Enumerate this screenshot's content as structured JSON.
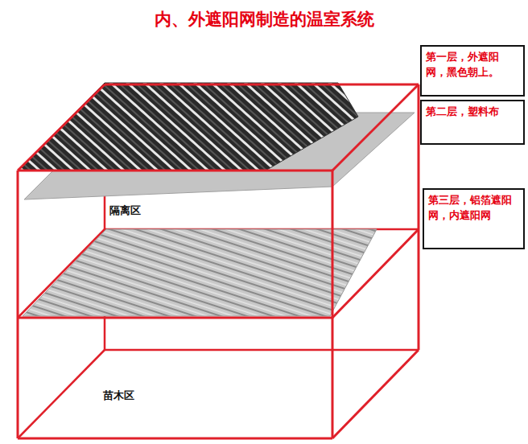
{
  "diagram": {
    "title": "内、外遮阳网制造的温室系统",
    "nodes": [
      {
        "text": [
          "第一层，外遮阳网，黑色朝上。"
        ]
      },
      {
        "text": [
          "第二层，塑料布"
        ]
      },
      {
        "text": [
          "第三层，铝箔遮阳网，内遮阳网"
        ]
      }
    ],
    "labels": [
      "隔离区",
      "苗木区"
    ]
  }
}
